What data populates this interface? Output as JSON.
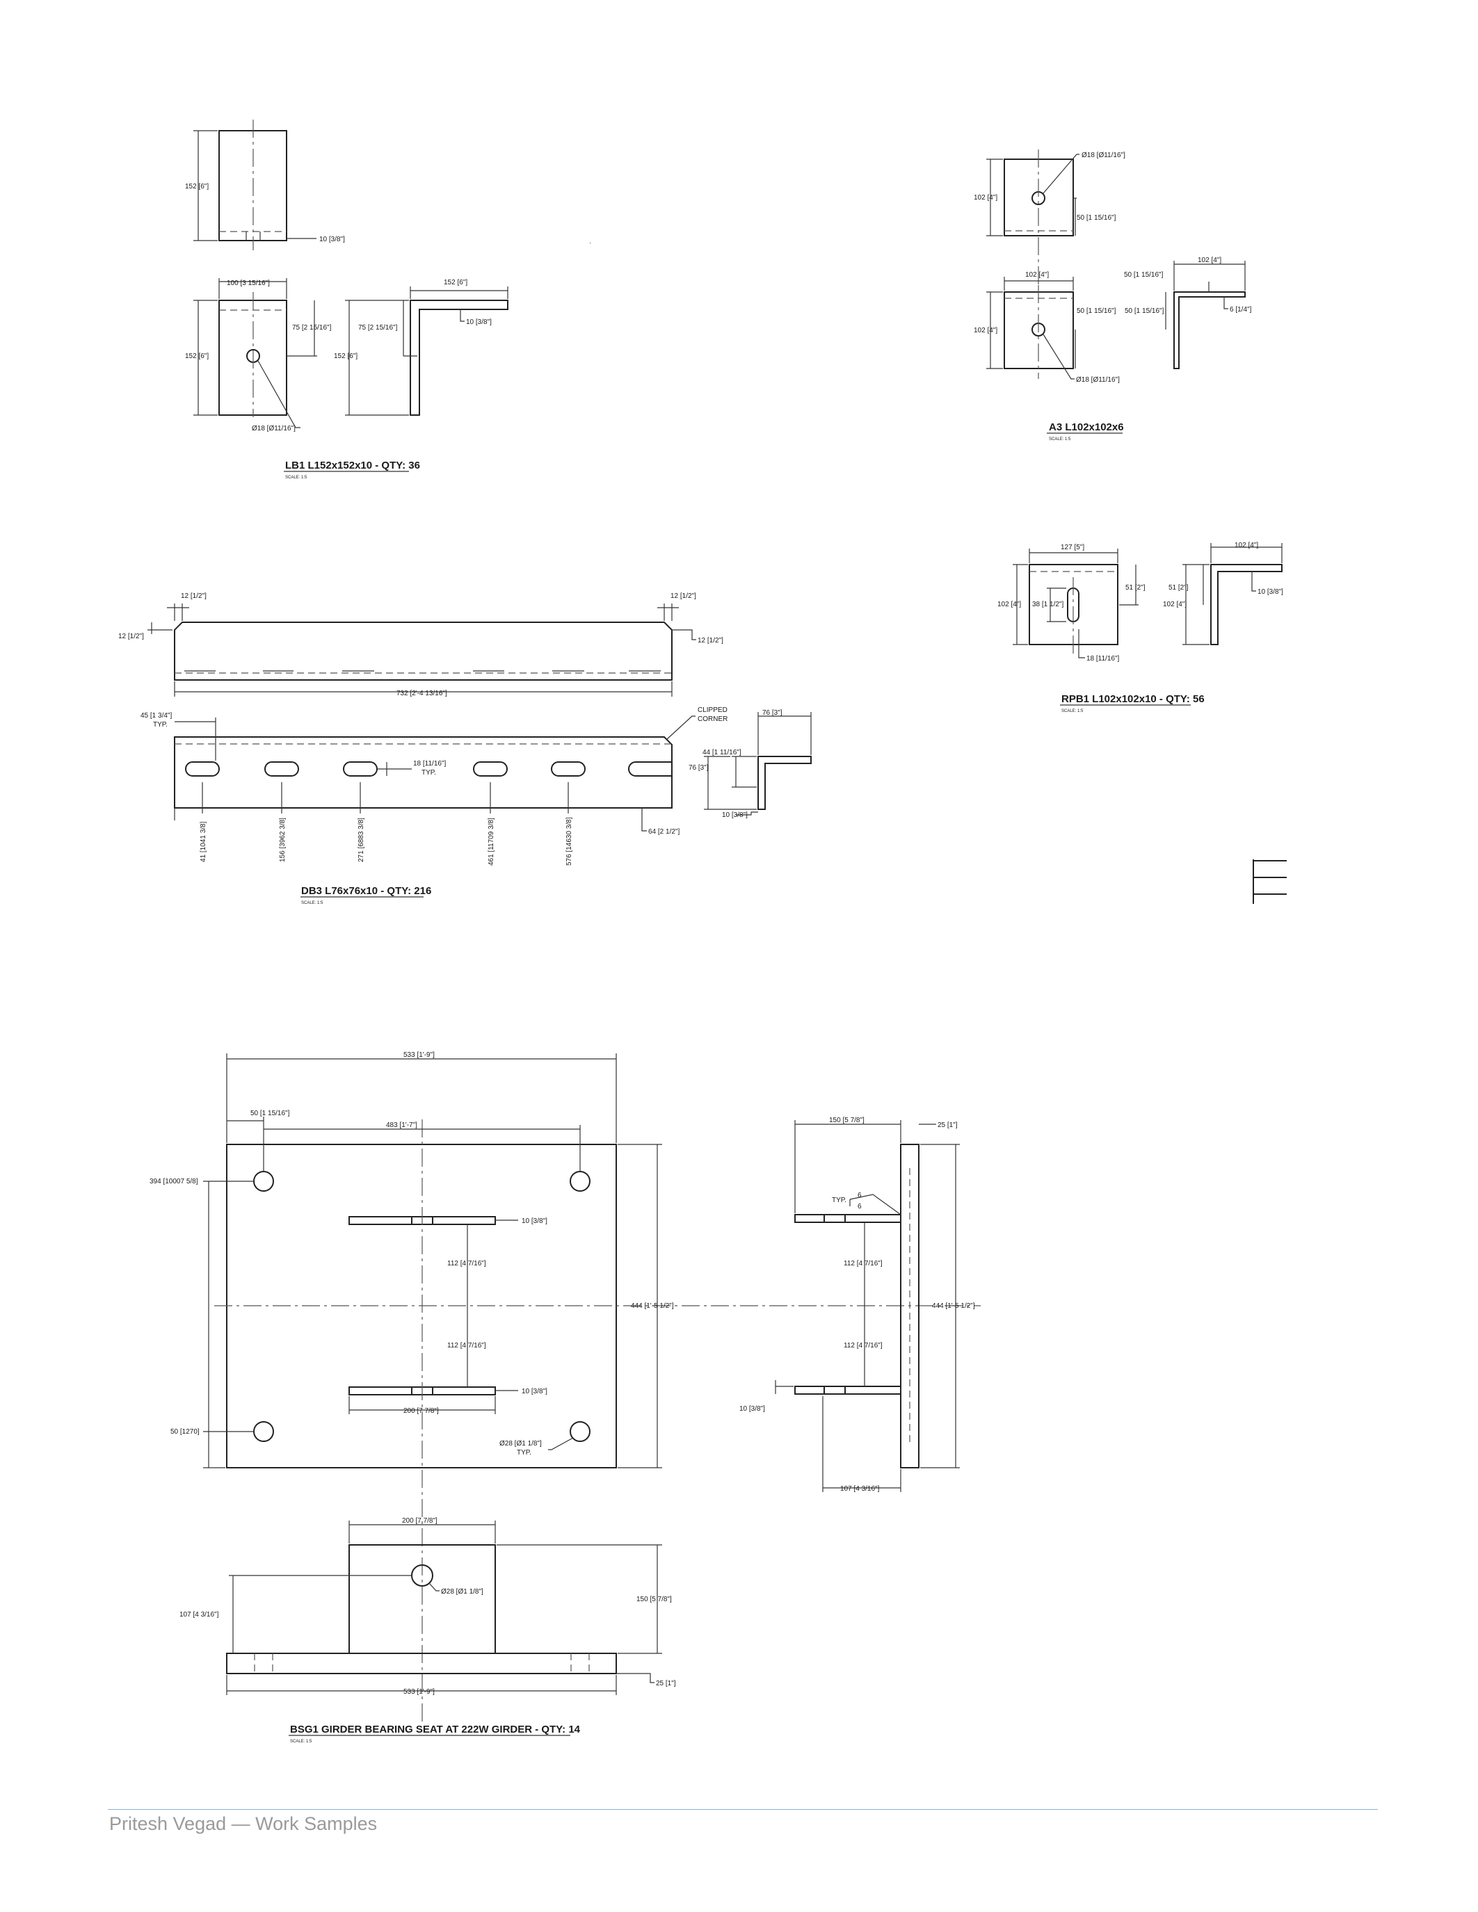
{
  "footer": {
    "text": "Pritesh Vegad — Work Samples"
  },
  "stray_mark": "ʿ",
  "details": {
    "lb1": {
      "title": "LB1 L152x152x10 - QTY: 36",
      "scale": "SCALE: 1:5",
      "dims": {
        "top_h": "152 [6\"]",
        "top_t": "10 [3/8\"]",
        "front_w": "100 [3 15/16\"]",
        "front_h": "152 [6\"]",
        "front_hole": "75 [2 15/16\"]",
        "side_leg": "152 [6\"]",
        "side_t": "10 [3/8\"]",
        "side_hole": "75 [2 15/16\"]",
        "side_h": "152 [6\"]",
        "hole": "Ø18 [Ø11/16\"]"
      }
    },
    "a3": {
      "title": "A3 L102x102x6",
      "scale": "SCALE: 1:5",
      "dims": {
        "top_hole": "Ø18 [Ø11/16\"]",
        "top_h": "102 [4\"]",
        "top_off": "50 [1 15/16\"]",
        "front_w": "102 [4\"]",
        "front_h": "102 [4\"]",
        "front_off": "50 [1 15/16\"]",
        "front_hole": "Ø18 [Ø11/16\"]",
        "side_leg": "102 [4\"]",
        "side_off_top": "50 [1 15/16\"]",
        "side_off": "50 [1 15/16\"]",
        "side_t": "6 [1/4\"]"
      }
    },
    "rpb1": {
      "title": "RPB1 L102x102x10 - QTY: 56",
      "scale": "SCALE: 1:5",
      "dims": {
        "w": "127 [5\"]",
        "h": "102 [4\"]",
        "slot_h": "38 [1 1/2\"]",
        "off": "51 [2\"]",
        "slot_w": "18 [11/16\"]",
        "side_leg": "102 [4\"]",
        "side_off": "51 [2\"]",
        "side_h": "102 [4\"]",
        "side_t": "10 [3/8\"]"
      }
    },
    "db3": {
      "title": "DB3 L76x76x10 - QTY: 216",
      "scale": "SCALE: 1:5",
      "dims": {
        "clip_l": "12 [1/2\"]",
        "clip_r": "12 [1/2\"]",
        "clip_lv": "12 [1/2\"]",
        "clip_rv": "12 [1/2\"]",
        "length": "732 [2'-4 13/16\"]",
        "edge": "45 [1 3/4\"]",
        "typ": "TYP.",
        "clipped_1": "CLIPPED",
        "clipped_2": "CORNER",
        "slot": "18 [11/16\"]",
        "slot_typ": "TYP.",
        "side_leg": "76 [3\"]",
        "side_off": "44 [1 11/16\"]",
        "side_h": "76 [3\"]",
        "side_t": "10 [3/8\"]",
        "end": "64 [2 1/2\"]",
        "ords": [
          "41 [1041 3/8]",
          "156 [3962 3/8]",
          "271 [6883 3/8]",
          "461 [11709 3/8]",
          "576 [14630 3/8]"
        ]
      }
    },
    "bsg1": {
      "title": "BSG1 GIRDER BEARING SEAT AT 222W GIRDER - QTY: 14",
      "scale": "SCALE: 1:5",
      "dims": {
        "plate_w": "533 [1'-9\"]",
        "edge": "50 [1 15/16\"]",
        "holes_cc": "483 [1'-7\"]",
        "ord_top": "394 [10007 5/8]",
        "ord_bot": "50 [1270]",
        "stiff_t1": "10 [3/8\"]",
        "stiff_t2": "10 [3/8\"]",
        "sp1": "112 [4 7/16\"]",
        "sp2": "112 [4 7/16\"]",
        "plate_h": "444 [1'-5 1/2\"]",
        "stiff_w": "200 [7 7/8\"]",
        "hole": "Ø28 [Ø1 1/8\"]",
        "hole_typ": "TYP.",
        "side_proj": "150 [5 7/8\"]",
        "side_t": "25 [1\"]",
        "weld_typ": "TYP.",
        "weld_1": "6",
        "weld_2": "6",
        "side_sp1": "112 [4 7/16\"]",
        "side_sp2": "112 [4 7/16\"]",
        "side_h": "444 [1'-5 1/2\"]",
        "side_stiff_t": "10 [3/8\"]",
        "side_off": "107 [4 3/16\"]",
        "bot_w": "200 [7 7/8\"]",
        "bot_hole": "Ø28 [Ø1 1/8\"]",
        "bot_h": "150 [5 7/8\"]",
        "bot_off": "107 [4 3/16\"]",
        "bot_len": "533 [1'-9\"]",
        "bot_t": "25 [1\"]"
      }
    }
  }
}
